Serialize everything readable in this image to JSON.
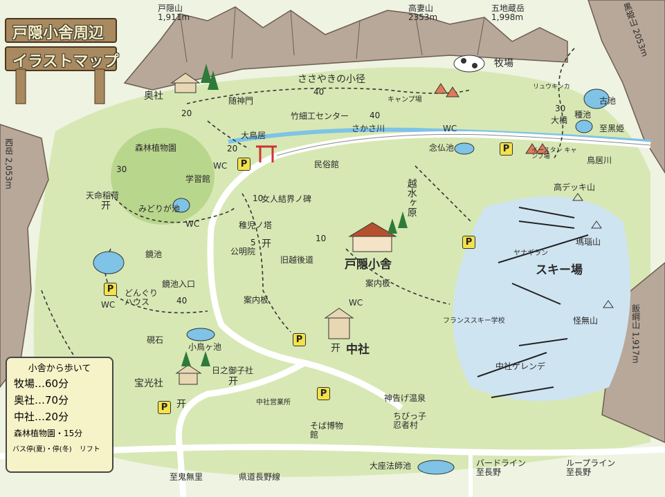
{
  "title": {
    "line1": "戸隠小舎周辺",
    "line2": "イラストマップ"
  },
  "peaks": [
    {
      "name": "戸隠山",
      "elev": "1,911m"
    },
    {
      "name": "高妻山",
      "elev": "2353m"
    },
    {
      "name": "五地蔵岳",
      "elev": "1,998m"
    },
    {
      "name": "黒姫山",
      "elev": "2053m"
    },
    {
      "name": "西岳",
      "elev": "2,053m"
    },
    {
      "name": "飯綱山",
      "elev": "1,917m"
    }
  ],
  "labels": {
    "okusha": "奥社",
    "zuijinmon": "随神門",
    "sasayaki": "ささやきの小径",
    "bokujo": "牧場",
    "camp": "キャンプ場",
    "ryukinka": "リュウキンカ",
    "koike": "古池",
    "taneike": "種池",
    "ohashi": "大橋",
    "to_kurohime": "至黒姫",
    "takezaiku": "竹細工センター",
    "sakasagawa": "さかさ川",
    "wc": "WC",
    "otorii": "大鳥居",
    "nenbutsuike": "念仏池",
    "eastern_camp": "イースタン キャンプ場",
    "toriigawa": "鳥居川",
    "shinrin": "森林植物園",
    "gakushukan": "学習館",
    "minzokukan": "民俗館",
    "echimizugahara": "越水ヶ原",
    "takadekki": "高デッキ山",
    "tenmei_inari": "天命稲荷",
    "midorigaike": "みどりが池",
    "nyonin": "女人結界ノ碑",
    "menouyama": "瑪瑙山",
    "chigonoto": "稚児ノ塔",
    "komeiin": "公明院",
    "kyuechigo": "旧越後道",
    "togakushi_koya": "戸隠小舎",
    "yanagiran": "ヤナギラン",
    "skijo": "スキー場",
    "kagamiike": "鏡池",
    "kagamiike_iriguchi": "鏡池入口",
    "dongurihouse": "どんぐりハウス",
    "annaiban": "案内板",
    "kaimuzan": "怪無山",
    "france_ski": "フランススキー学校",
    "suzuri": "硯石",
    "kotoriike": "小鳥ヶ池",
    "chusha": "中社",
    "hiniko": "日之御子社",
    "hokosha": "宝光社",
    "chusha_eigyo": "中社営業所",
    "kamitsuge": "神告げ温泉",
    "chibikko": "ちびっ子忍者村",
    "soba": "そば博物館",
    "chusha_gelande": "中社ゲレンデ",
    "to_kinasa": "至鬼無里",
    "kendo_nagano": "県道長野線",
    "taizahoushi": "大座法師池",
    "birdline": "バードライン 至長野",
    "loopline": "ループライン 至長野",
    "parking": "P",
    "shrine_mark": "开"
  },
  "distances": [
    "40",
    "20",
    "40",
    "30",
    "20",
    "30",
    "10",
    "10",
    "5",
    "40"
  ],
  "legend": {
    "heading": "小舎から歩いて",
    "rows": [
      {
        "place": "牧場",
        "time": "…60分"
      },
      {
        "place": "奥社",
        "time": "…70分"
      },
      {
        "place": "中社",
        "time": "…20分"
      },
      {
        "place": "森林植物園",
        "time": "・15分"
      }
    ],
    "bus": "バス停(夏)・停(冬)",
    "lift": "リフト"
  },
  "colors": {
    "green_bg": "#d7e8b4",
    "forest": "#b9d68d",
    "mountain": "#b8a89a",
    "water": "#7fc3e6",
    "road": "#ffffff",
    "ski": "#cfe4f1",
    "sign": "#f3e24a"
  }
}
